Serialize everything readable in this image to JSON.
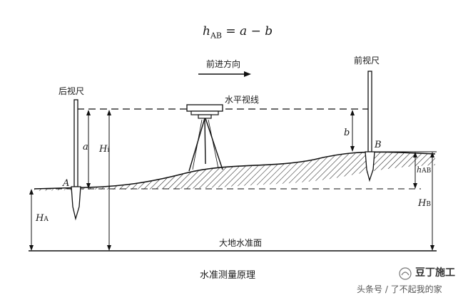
{
  "formula": {
    "h": "h",
    "sub": "AB",
    "rest": " = ",
    "a": "a",
    "minus": " − ",
    "b": "b"
  },
  "labels": {
    "direction": "前进方向",
    "back_staff": "后视尺",
    "front_staff": "前视尺",
    "horizontal_line": "水平视线",
    "geoid": "大地水准面",
    "caption": "水准测量原理"
  },
  "symbols": {
    "a": "a",
    "b": "b",
    "Hi_main": "H",
    "Hi_sub": "i",
    "HA_main": "H",
    "HA_sub": "A",
    "HB_main": "H",
    "HB_sub": "B",
    "hAB_main": "h",
    "hAB_sub": "AB",
    "pointA": "A",
    "pointB": "B"
  },
  "watermark": {
    "brand": "豆丁施工",
    "source": "头条号 / 了不起我的家"
  }
}
